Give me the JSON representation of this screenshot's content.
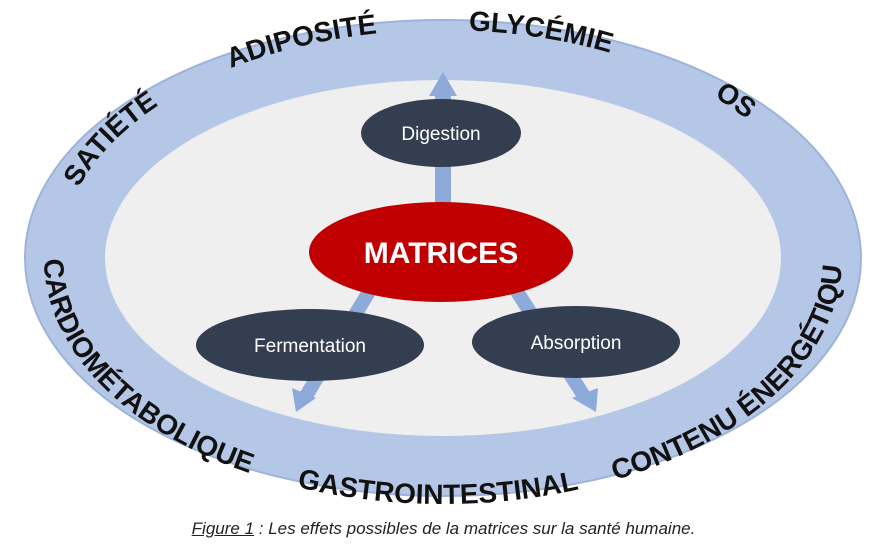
{
  "ring_labels": {
    "satiete": "SATIÉTÉ",
    "adiposite": "ADIPOSITÉ",
    "glycemie": "GLYCÉMIE",
    "os": "OS",
    "cardiometabolique": "CARDIOMÉTABOLIQUE",
    "gastrointestinal": "GASTROINTESTINAL",
    "contenu_energetique": "CONTENU ÉNERGÉTIQUE"
  },
  "center": {
    "label": "MATRICES"
  },
  "nodes": {
    "digestion": "Digestion",
    "fermentation": "Fermentation",
    "absorption": "Absorption"
  },
  "caption": {
    "figure_label": "Figure 1",
    "text": " : Les effets possibles de la matrices sur la santé humaine."
  },
  "colors": {
    "outer_ring": "#b4c7e7",
    "outer_ring_border": "#9db3d9",
    "inner_area": "#efefef",
    "center_ellipse": "#c00000",
    "node_ellipse": "#333f50",
    "arrow": "#8eaadb"
  }
}
